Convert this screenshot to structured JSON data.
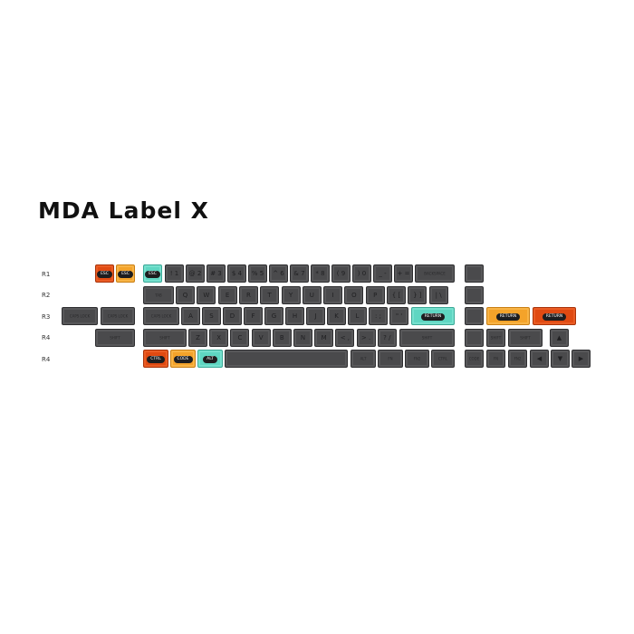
{
  "title": "MDA Label X",
  "row_labels": [
    "R1",
    "R2",
    "R3",
    "R4",
    "R4"
  ],
  "keys": {
    "r1_esc_red": "ESC",
    "r1_esc_orange": "ESC",
    "r1_esc_teal": "ESC",
    "r1_num": [
      "! 1",
      "@ 2",
      "# 3",
      "$ 4",
      "% 5",
      "^ 6",
      "& 7",
      "* 8",
      "( 9",
      ") 0",
      "_ -",
      "+ ="
    ],
    "r1_backspace": "BACKSPACE",
    "r2_tab": "TAB",
    "r2_letters": [
      "Q",
      "W",
      "E",
      "R",
      "T",
      "Y",
      "U",
      "I",
      "O",
      "P",
      "{ [",
      "} ]",
      "| \\"
    ],
    "r3_capslock_a": "CAPS LOCK",
    "r3_capslock_b": "CAPS LOCK",
    "r3_capslock_c": "CAPS LOCK",
    "r3_letters": [
      "A",
      "S",
      "D",
      "F",
      "G",
      "H",
      "J",
      "K",
      "L",
      ": ;",
      "\" '"
    ],
    "r3_return_teal": "RETURN",
    "r3_return_orange": "RETURN",
    "r3_return_red": "RETURN",
    "r4_shift_a": "SHIFT",
    "r4_shift_b": "SHIFT",
    "r4_letters": [
      "Z",
      "X",
      "C",
      "V",
      "B",
      "N",
      "M",
      "< ,",
      "> .",
      "? /"
    ],
    "r4_shift_r": "SHIFT",
    "r4_shift_c": "SHIFT",
    "r4_shift_d": "SHIFT",
    "r5_ctrl": "CTRL",
    "r5_code": "CODE",
    "r5_alt": "ALT",
    "r5_alt_r": "ALT",
    "r5_fn": "FN",
    "r5_fn2": "FN2",
    "r5_ctrl_r": "CTRL",
    "r5_code_r": "CODE",
    "r5_fn_r": "FN",
    "r5_fn2_r": "FN2",
    "arrow_up": "▲",
    "arrow_left": "◀",
    "arrow_down": "▼",
    "arrow_right": "▶"
  }
}
